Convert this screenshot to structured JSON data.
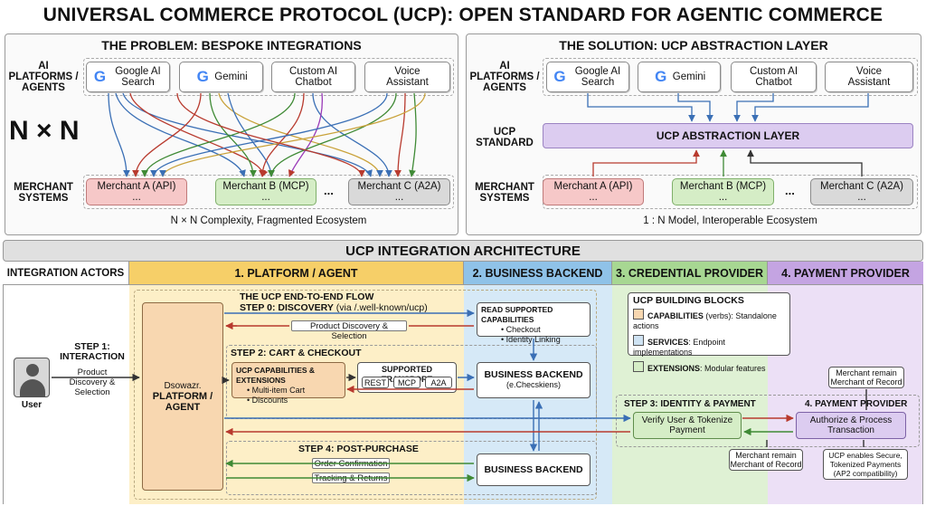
{
  "title": "UNIVERSAL COMMERCE PROTOCOL (UCP): OPEN STANDARD FOR AGENTIC COMMERCE",
  "problem": {
    "heading": "THE PROBLEM: BESPOKE INTEGRATIONS",
    "row_label_platforms": "AI PLATFORMS / AGENTS",
    "row_label_merchants": "MERCHANT SYSTEMS",
    "nxn": "N × N",
    "caption": "N × N Complexity, Fragmented Ecosystem"
  },
  "solution": {
    "heading": "THE SOLUTION: UCP ABSTRACTION LAYER",
    "row_label_platforms": "AI PLATFORMS / AGENTS",
    "row_label_standard": "UCP STANDARD",
    "row_label_merchants": "MERCHANT SYSTEMS",
    "layer": "UCP ABSTRACTION LAYER",
    "caption": "1 : N Model, Interoperable Ecosystem"
  },
  "platforms": [
    {
      "label": "Google AI Search",
      "icon": "google-g-icon",
      "icon_glyph": "G"
    },
    {
      "label": "Gemini",
      "icon": "google-g-icon",
      "icon_glyph": "G"
    },
    {
      "label": "Custom AI Chatbot"
    },
    {
      "label": "Voice Assistant"
    }
  ],
  "merchants": [
    {
      "label": "Merchant A (API)",
      "sub": "..."
    },
    {
      "label": "Merchant B (MCP)",
      "sub": "..."
    },
    {
      "label": "Merchant C (A2A)",
      "sub": "..."
    }
  ],
  "ellipsis": "...",
  "arch": {
    "title": "UCP INTEGRATION ARCHITECTURE",
    "columns": [
      "INTEGRATION ACTORS",
      "1. PLATFORM / AGENT",
      "2. BUSINESS BACKEND",
      "3. CREDENTIAL PROVIDER",
      "4. PAYMENT PROVIDER"
    ],
    "user": "User",
    "step1": "STEP 1: INTERACTION",
    "step1_arrow": "Product Discovery & Selection",
    "platform_box": {
      "line1": "Dsowazr.",
      "line2": "PLATFORM / AGENT"
    },
    "flow_title": "THE UCP END-TO-END FLOW",
    "step0": "STEP 0: DISCOVERY",
    "step0_sub": "(via /.well-known/ucp)",
    "discovery_arrow": "Product Discovery & Selection",
    "read_caps": {
      "title": "READ SUPPORTED CAPABILITIES",
      "items": [
        "Checkout",
        "Identity Linking"
      ]
    },
    "step2": "STEP 2: CART & CHECKOUT",
    "caps_ext": {
      "title": "UCP CAPABILITIES & EXTENSIONS",
      "items": [
        "Multi-item Cart",
        "Discounts"
      ]
    },
    "transport": {
      "title": "SUPPORTED TRANSPORT",
      "items": [
        "REST",
        "MCP",
        "A2A"
      ]
    },
    "backend1": {
      "title": "BUSINESS BACKEND",
      "sub": "(e.Checskiens)"
    },
    "step4": "STEP 4: POST-PURCHASE",
    "order_conf": "Order Confirmation",
    "tracking": "Tracking & Returns",
    "backend2": "BUSINESS BACKEND",
    "blocks": {
      "title": "UCP BUILDING BLOCKS",
      "items": [
        {
          "key": "CAPABILITIES",
          "rest": " (verbs): Standalone actions",
          "color": "#f8d7b0"
        },
        {
          "key": "SERVICES",
          "rest": ": Endpoint implementations",
          "color": "#cfe3f3"
        },
        {
          "key": "EXTENSIONS",
          "rest": ": Modular features",
          "color": "#d5edc6"
        }
      ]
    },
    "step3": "STEP 3: IDENTITY & PAYMENT",
    "verify": "Verify User & Tokenize Payment",
    "mor_top": "Merchant remain Merchant of Record",
    "pp_title": "4. PAYMENT PROVIDER",
    "authorize": "Authorize & Process Transaction",
    "mor_bottom": "Merchant remain Merchant of Record",
    "secure": "UCP enables Secure, Tokenized Payments (AP2 compatibility)"
  },
  "colors": {
    "platform_col": "#fdefc7",
    "backend_col": "#d6e9f7",
    "credential_col": "#dff1d4",
    "payment_col": "#ece0f6",
    "layer": "#dcccf0",
    "arrow_blue": "#3a6fb5",
    "arrow_red": "#b83a2e",
    "arrow_green": "#3f8a35"
  }
}
